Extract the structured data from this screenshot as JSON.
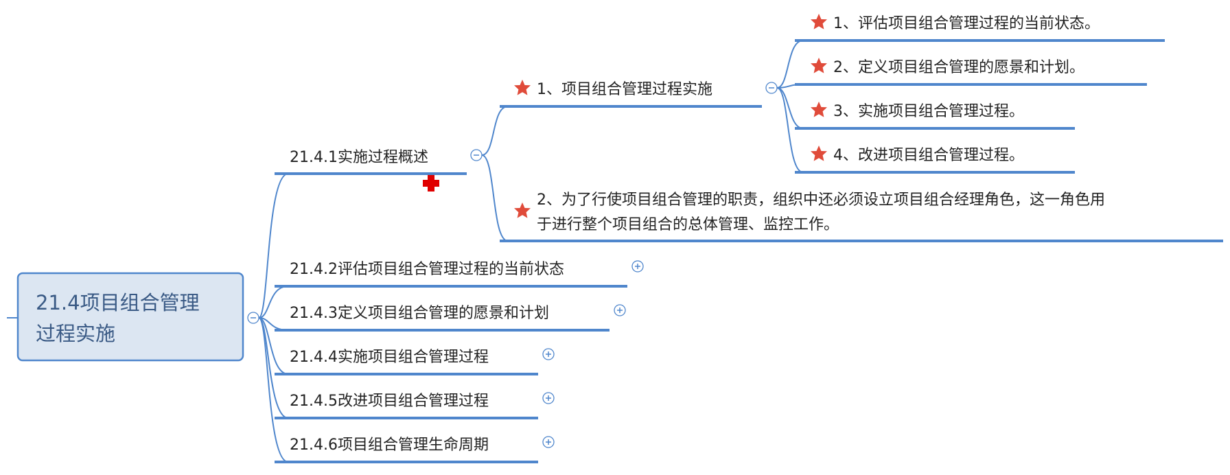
{
  "colors": {
    "line": "#4f86cc",
    "root_fill": "#dce6f2",
    "root_border": "#4f86cc",
    "star": "#e04b3a",
    "marker": "#e00000"
  },
  "root": {
    "line1": "21.4项目组合管理",
    "line2": "过程实施"
  },
  "children": [
    {
      "label": "21.4.1实施过程概述",
      "toggle": "collapse"
    },
    {
      "label": "21.4.2评估项目组合管理过程的当前状态",
      "toggle": "expand"
    },
    {
      "label": "21.4.3定义项目组合管理的愿景和计划",
      "toggle": "expand"
    },
    {
      "label": "21.4.4实施项目组合管理过程",
      "toggle": "expand"
    },
    {
      "label": "21.4.5改进项目组合管理过程",
      "toggle": "expand"
    },
    {
      "label": "21.4.6项目组合管理生命周期",
      "toggle": "expand"
    }
  ],
  "sub": {
    "item1": {
      "label": "1、项目组合管理过程实施",
      "icon": "star-icon"
    },
    "item2": {
      "line1": "2、为了行使项目组合管理的职责，组织中还必须设立项目组合经理角色，这一角色用",
      "line2": "于进行整个项目组合的总体管理、监控工作。",
      "icon": "star-icon"
    }
  },
  "leaves": [
    {
      "label": "1、评估项目组合管理过程的当前状态。",
      "icon": "star-icon"
    },
    {
      "label": "2、定义项目组合管理的愿景和计划。",
      "icon": "star-icon"
    },
    {
      "label": "3、实施项目组合管理过程。",
      "icon": "star-icon"
    },
    {
      "label": "4、改进项目组合管理过程。",
      "icon": "star-icon"
    }
  ]
}
